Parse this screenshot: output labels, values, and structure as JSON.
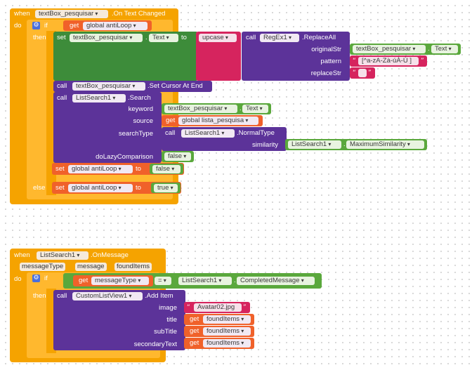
{
  "event1": {
    "when": "when",
    "component": "textBox_pesquisar",
    "event": ".On Text Changed",
    "do": "do",
    "if": "if",
    "then": "then",
    "else": "else",
    "get_antiloop": {
      "get": "get",
      "var": "global antiLoop"
    },
    "set_text": {
      "set": "set",
      "component": "textBox_pesquisar",
      "prop": "Text",
      "to": "to"
    },
    "upcase": "upcase",
    "replaceall": {
      "call": "call",
      "component": "RegEx1",
      "method": ".ReplaceAll",
      "originalStr": "originalStr",
      "orig_component": "textBox_pesquisar",
      "orig_prop": "Text",
      "pattern": "pattern",
      "pattern_value": "[^a-zA-Zà-úÀ-Ú ]",
      "replaceStr": "replaceStr",
      "replace_value": " "
    },
    "setcursor": {
      "call": "call",
      "component": "textBox_pesquisar",
      "method": ".Set Cursor At End"
    },
    "search": {
      "call": "call",
      "component": "ListSearch1",
      "method": ".Search",
      "keyword": "keyword",
      "kw_component": "textBox_pesquisar",
      "kw_prop": "Text",
      "source": "source",
      "source_get": "get",
      "source_var": "global lista_pesquisa",
      "searchType": "searchType",
      "st_call": "call",
      "st_component": "ListSearch1",
      "st_method": ".NormalType",
      "similarity": "similarity",
      "sim_component": "ListSearch1",
      "sim_prop": "MaximumSimilarity",
      "doLazyComparison": "doLazyComparison",
      "lazy_value": "false"
    },
    "set_antiloop_false": {
      "set": "set",
      "var": "global antiLoop",
      "to": "to",
      "value": "false"
    },
    "set_antiloop_true": {
      "set": "set",
      "var": "global antiLoop",
      "to": "to",
      "value": "true"
    }
  },
  "event2": {
    "when": "when",
    "component": "ListSearch1",
    "event": ".OnMessage",
    "params": [
      "messageType",
      "message",
      "foundItems"
    ],
    "do": "do",
    "if": "if",
    "then": "then",
    "cond": {
      "get": "get",
      "var": "messageType",
      "op": "=",
      "component": "ListSearch1",
      "prop": "CompletedMessage"
    },
    "additem": {
      "call": "call",
      "component": "CustomListView1",
      "method": ".Add Item",
      "image": "image",
      "image_value": "Avatar02.jpg",
      "title": "title",
      "title_get": "get",
      "title_var": "foundItems",
      "subtitle": "subTitle",
      "subtitle_get": "get",
      "subtitle_var": "foundItems",
      "secondary": "secondaryText",
      "secondary_get": "get",
      "secondary_var": "foundItems"
    }
  },
  "colors": {
    "event": "#f5a300",
    "control": "#f5a300",
    "var": "#f0612a",
    "component": "#7b3fb3",
    "component_dark": "#5c3399",
    "text": "#d6245e",
    "logic": "#5aa83c",
    "canvas_bg": "#ffffff"
  }
}
